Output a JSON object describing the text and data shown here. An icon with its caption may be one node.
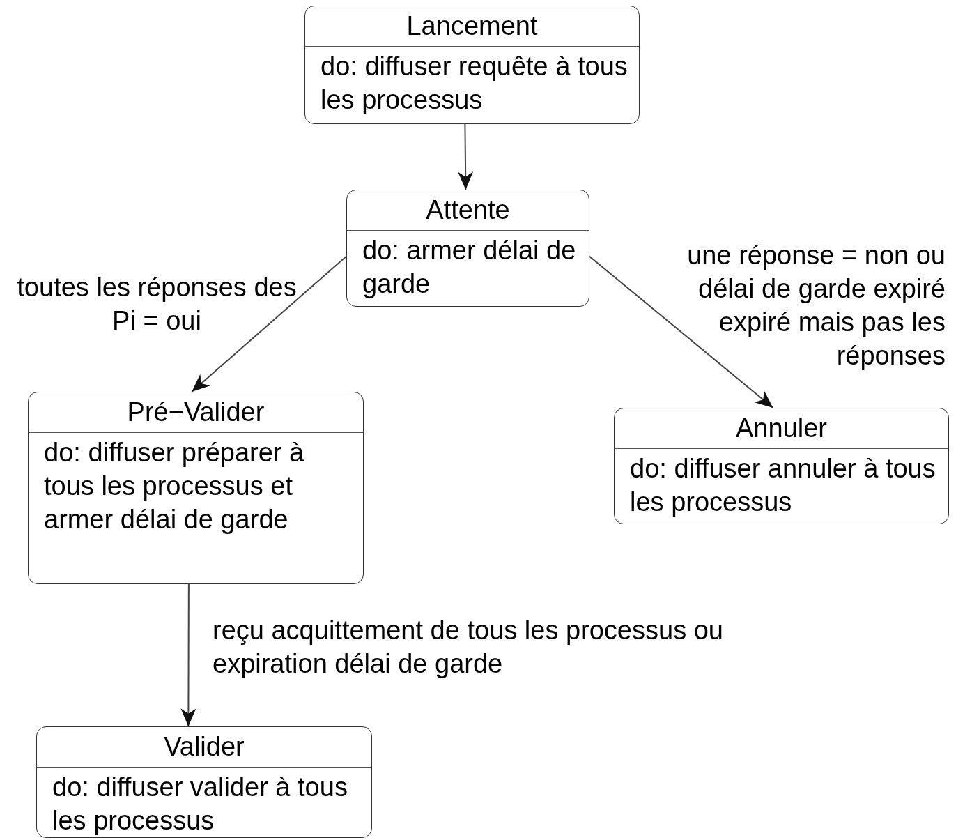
{
  "diagram": {
    "nodes": [
      {
        "text": [
          "Lancement",
          "do: diffuser requête à tous les processus"
        ]
      },
      {
        "text": [
          "Attente",
          "do: armer délai de garde"
        ]
      },
      {
        "text": [
          "Pré−Valider",
          "do: diffuser préparer à tous les processus et armer délai de garde"
        ]
      },
      {
        "text": [
          "Annuler",
          "do: diffuser annuler à tous les processus"
        ]
      },
      {
        "text": [
          "Valider",
          "do: diffuser valider à tous les processus"
        ]
      }
    ],
    "edges": [
      {
        "from": 0,
        "to": 1,
        "arrow": "to"
      },
      {
        "from": 1,
        "to": 2,
        "arrow": "to",
        "label": "toutes les réponses des Pi = oui"
      },
      {
        "from": 1,
        "to": 3,
        "arrow": "to",
        "label": "une réponse = non ou délai de garde expiré expiré mais pas les réponses"
      },
      {
        "from": 2,
        "to": 4,
        "arrow": "to",
        "label": "reçu acquittement de tous les processus ou expiration délai de garde"
      }
    ]
  }
}
